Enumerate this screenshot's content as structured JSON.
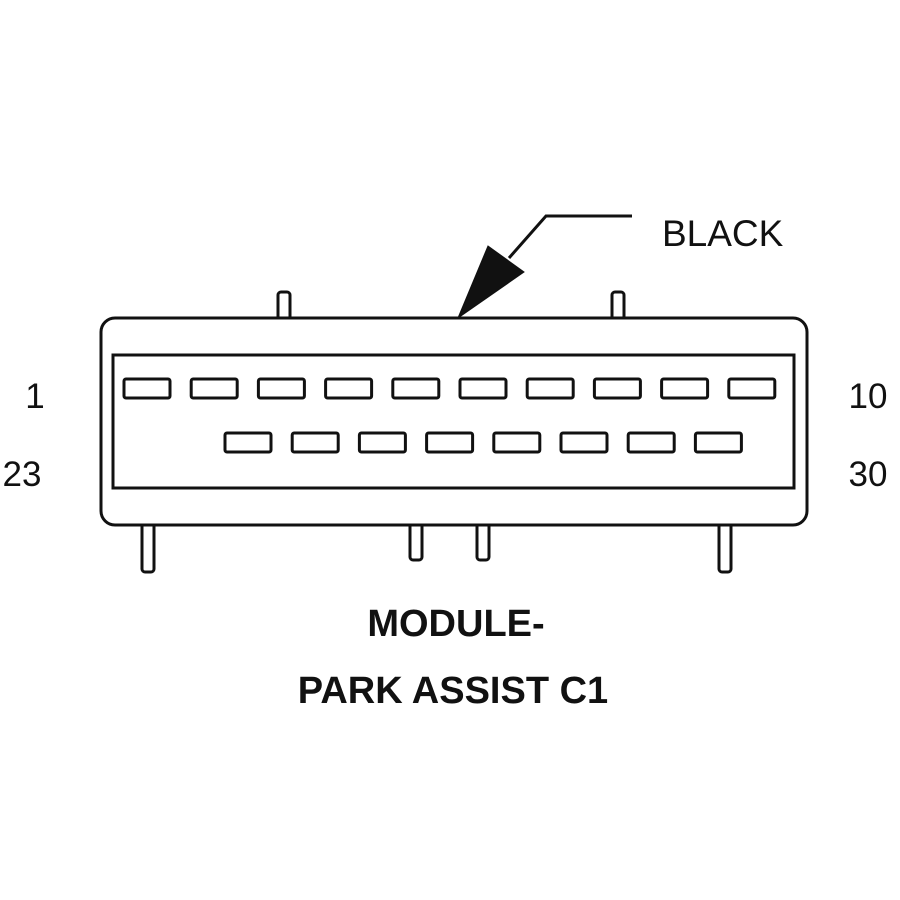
{
  "callout": {
    "color_label": "BLACK"
  },
  "pin_labels": {
    "row1_start": "1",
    "row1_end": "10",
    "row2_start": "23",
    "row2_end": "30"
  },
  "caption": {
    "line1": "MODULE-",
    "line2": "PARK ASSIST C1"
  },
  "connector": {
    "row1_cavities": 10,
    "row2_cavities": 8
  },
  "colors": {
    "line": "#111111",
    "background": "#ffffff"
  }
}
